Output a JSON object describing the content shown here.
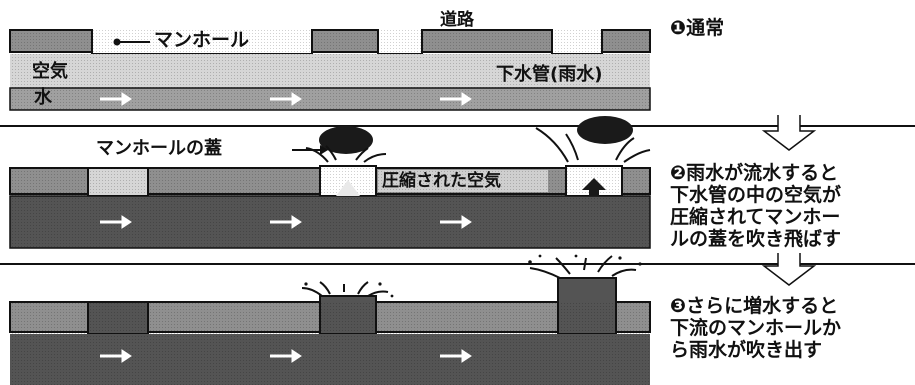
{
  "panel1": {
    "road_label": "道路",
    "manhole_label": "マンホール",
    "air_label": "空気",
    "water_label": "水",
    "pipe_label": "下水管(雨水)",
    "caption": "❶通常"
  },
  "panel2": {
    "lid_label": "マンホールの蓋",
    "compressed_label": "圧縮された空気",
    "caption_lines": [
      "❷雨水が流水すると",
      "下水管の中の空気が",
      "圧縮されてマンホー",
      "ルの蓋を吹き飛ばす"
    ]
  },
  "panel3": {
    "caption_lines": [
      "❸さらに増水すると",
      "下流のマンホールか",
      "ら雨水が吹き出す"
    ]
  },
  "colors": {
    "ground": "#8f8f8f",
    "road": "#a5a5a5",
    "air": "#d6d6d6",
    "pipe_water": "#a0a0a0",
    "flood_water": "#545454",
    "lid": "#1a1a1a"
  },
  "icons": [
    "flow-arrow-icon",
    "manhole-lid-icon",
    "splash-icon",
    "down-arrow-icon"
  ]
}
